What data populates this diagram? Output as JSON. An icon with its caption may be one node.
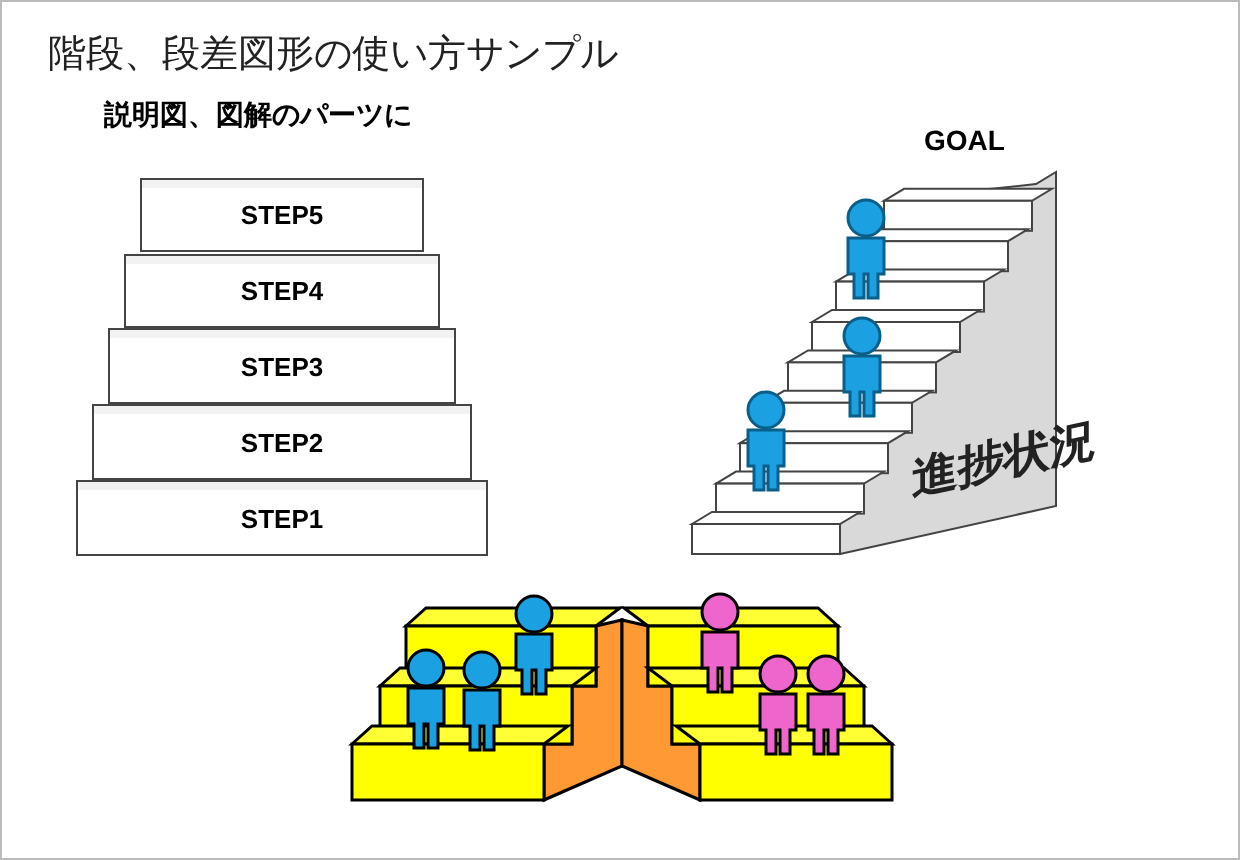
{
  "diagram": {
    "title": "階段、段差図形の使い方サンプル",
    "nodes": [
      {
        "text": [
          "STEP5"
        ]
      },
      {
        "text": [
          "STEP4"
        ]
      },
      {
        "text": [
          "STEP3"
        ]
      },
      {
        "text": [
          "STEP2"
        ]
      },
      {
        "text": [
          "STEP1"
        ]
      }
    ],
    "labels": [
      "説明図、図解のパーツに",
      "GOAL",
      "進捗状況"
    ]
  }
}
